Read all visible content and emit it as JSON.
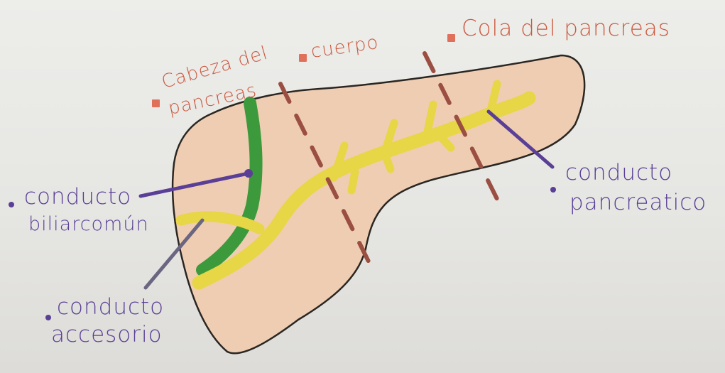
{
  "labels": {
    "cabeza_line1": "Cabeza del",
    "cabeza_line2": "pancreas",
    "cuerpo": "cuerpo",
    "cola": "Cola del pancreas",
    "conducto_pancreatico_line1": "conducto",
    "conducto_pancreatico_line2": "pancreatico",
    "conducto_biliar_line1": "conducto",
    "conducto_biliar_line2": "biliarcomún",
    "conducto_accesorio_line1": "conducto",
    "conducto_accesorio_line2": "accesorio"
  },
  "colors": {
    "pancreas_fill": "#efcdb2",
    "outline": "#2a2622",
    "main_duct": "#e7d645",
    "bile_duct": "#3d9a3c",
    "divider": "#9b4f42",
    "region_marker": "#e0705a",
    "structure_label": "#5a3f96",
    "region_label": "#cc5a40"
  }
}
